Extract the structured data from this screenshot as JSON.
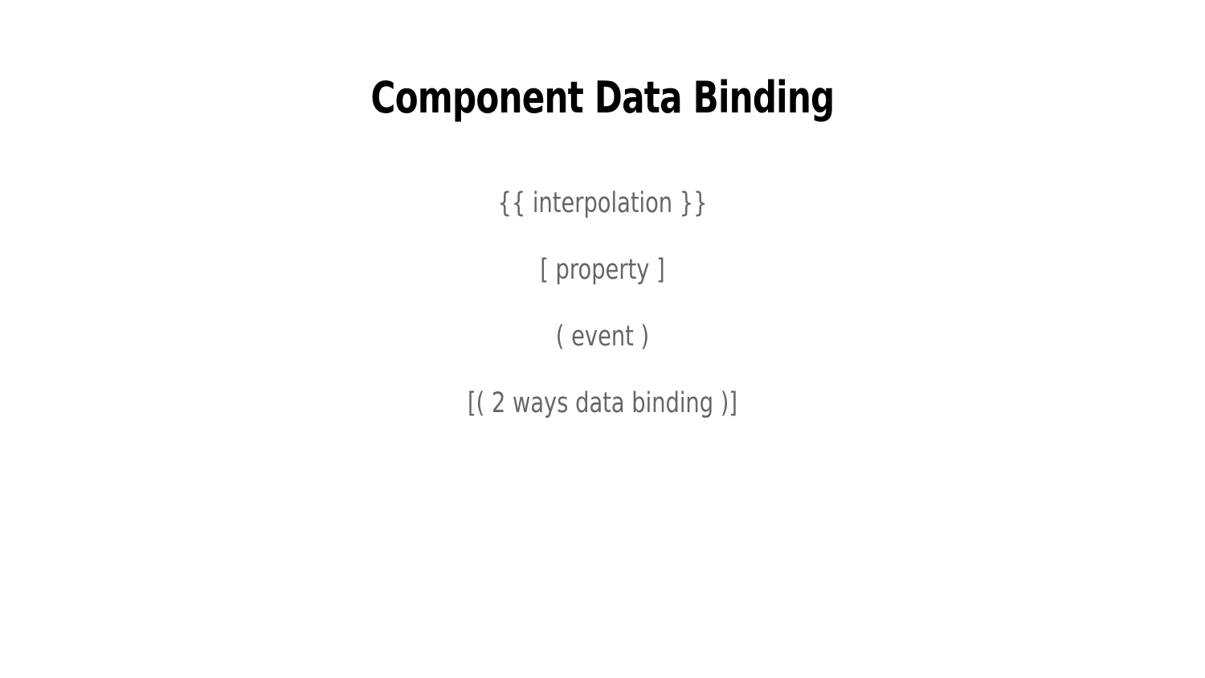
{
  "slide": {
    "title": "Component Data Binding",
    "items": [
      "{{ interpolation }}",
      "[ property ]",
      "( event )",
      "[( 2 ways data binding )]"
    ]
  },
  "colors": {
    "background": "#ffffff",
    "title": "#000000",
    "body_text": "#666666"
  }
}
